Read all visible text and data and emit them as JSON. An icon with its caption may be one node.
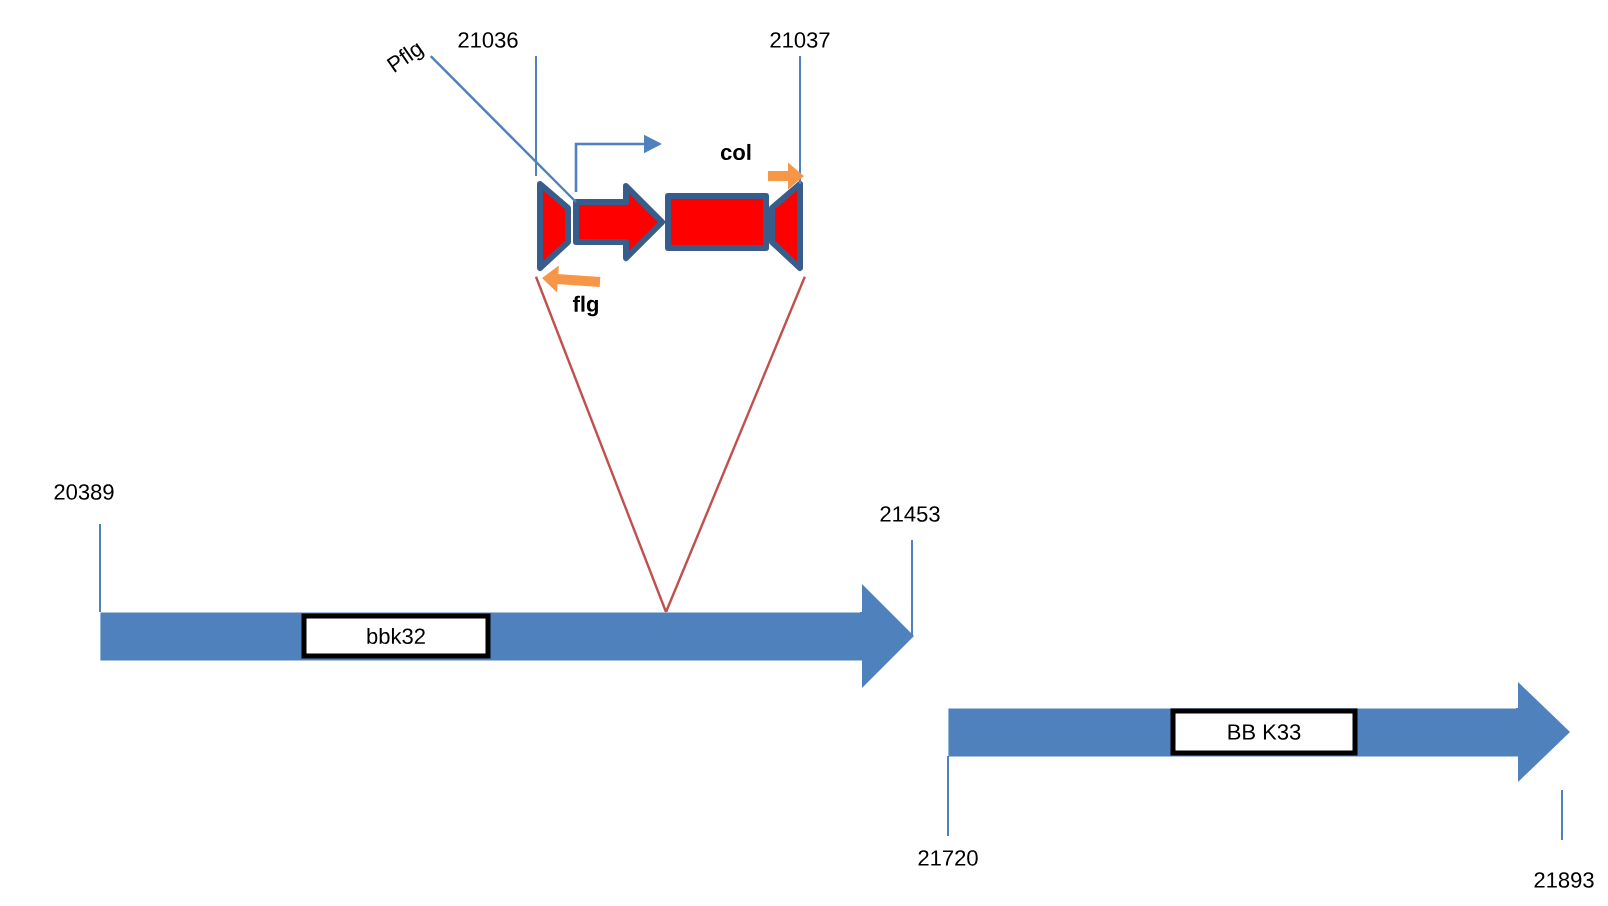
{
  "diagram": {
    "nodes": [
      {
        "text": [],
        "shape": "arrow"
      },
      {
        "text": [
          "bbk32"
        ],
        "in": 0
      },
      {
        "text": [],
        "shape": "arrow"
      },
      {
        "text": [
          "BB K33"
        ],
        "in": 2
      },
      {
        "text": [],
        "shape": "picture"
      },
      {
        "text": [
          "Pflg"
        ]
      },
      {
        "text": [],
        "shape": "arrow",
        "in": 4
      }
    ],
    "edges": [
      {
        "from": 4,
        "to": 0,
        "arrow": "none"
      },
      {
        "from": 4,
        "to": 0,
        "arrow": "none"
      },
      {
        "from": 5,
        "to": 6,
        "arrow": "none",
        "color": "#4f81bd"
      }
    ],
    "labels": [
      "21036",
      "21037",
      "col",
      "flg",
      "20389",
      "21453",
      "21720",
      "21893"
    ]
  }
}
